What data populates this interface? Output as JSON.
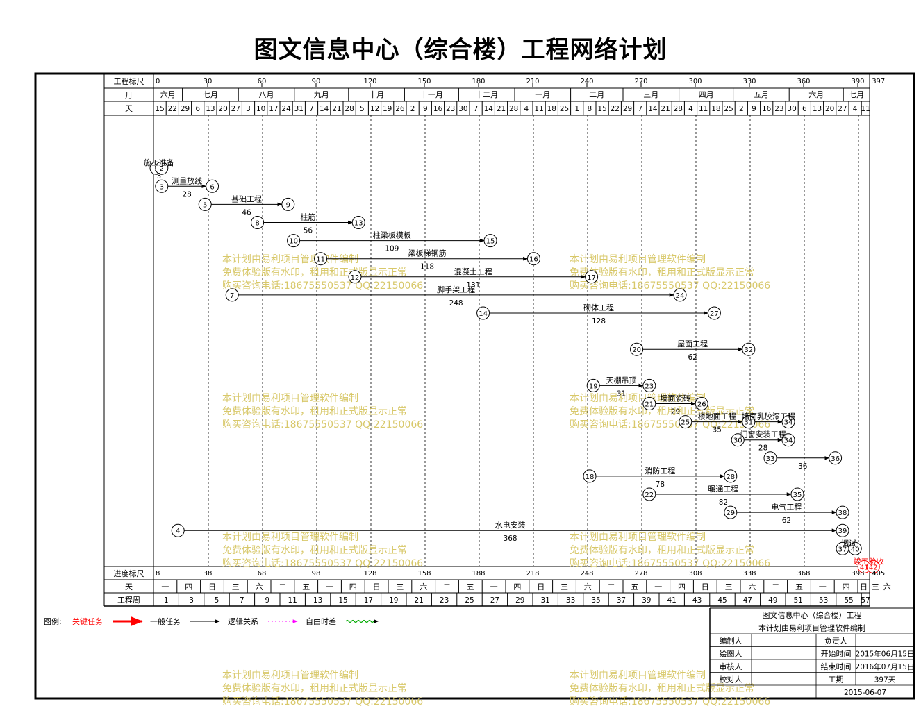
{
  "page_title": "图文信息中心（综合楼）工程网络计划",
  "chart_data": {
    "type": "network-plan",
    "title": "图文信息中心（综合楼）工程网络计划",
    "duration_days": 397,
    "timescale": {
      "label": "工程标尺",
      "ticks": [
        0,
        30,
        60,
        90,
        120,
        150,
        180,
        210,
        240,
        270,
        300,
        330,
        360,
        390,
        397
      ]
    },
    "month_row": {
      "label": "月",
      "months": [
        {
          "name": "六月",
          "start": -5,
          "end": 16
        },
        {
          "name": "七月",
          "start": 16,
          "end": 47
        },
        {
          "name": "八月",
          "start": 47,
          "end": 78
        },
        {
          "name": "九月",
          "start": 78,
          "end": 108
        },
        {
          "name": "十月",
          "start": 108,
          "end": 139
        },
        {
          "name": "十一月",
          "start": 139,
          "end": 169
        },
        {
          "name": "十二月",
          "start": 169,
          "end": 200
        },
        {
          "name": "一月",
          "start": 200,
          "end": 231
        },
        {
          "name": "二月",
          "start": 231,
          "end": 260
        },
        {
          "name": "三月",
          "start": 260,
          "end": 291
        },
        {
          "name": "四月",
          "start": 291,
          "end": 321
        },
        {
          "name": "五月",
          "start": 321,
          "end": 352
        },
        {
          "name": "六月",
          "start": 352,
          "end": 382
        },
        {
          "name": "七月",
          "start": 382,
          "end": 397
        }
      ]
    },
    "day_row": {
      "label": "天",
      "days": [
        "15",
        "22",
        "29",
        "6",
        "13",
        "20",
        "27",
        "3",
        "10",
        "17",
        "24",
        "31",
        "7",
        "14",
        "21",
        "28",
        "5",
        "12",
        "19",
        "26",
        "2",
        "9",
        "16",
        "23",
        "30",
        "7",
        "14",
        "21",
        "28",
        "4",
        "11",
        "18",
        "25",
        "1",
        "8",
        "15",
        "22",
        "29",
        "7",
        "14",
        "21",
        "28",
        "4",
        "11",
        "18",
        "25",
        "2",
        "9",
        "16",
        "23",
        "30",
        "6",
        "13",
        "20",
        "27",
        "4",
        "11"
      ]
    },
    "progress_scale": {
      "label": "进度标尺",
      "ticks": [
        8,
        38,
        68,
        98,
        128,
        158,
        188,
        218,
        248,
        278,
        308,
        338,
        368,
        398,
        405
      ]
    },
    "weekday_row": {
      "label": "天",
      "weekdays": [
        "一",
        "四",
        "日",
        "三",
        "六",
        "二",
        "五",
        "一",
        "四",
        "日",
        "三",
        "六",
        "二",
        "五",
        "一",
        "四",
        "日",
        "三",
        "六",
        "二",
        "五",
        "一",
        "四",
        "日",
        "三",
        "六",
        "二",
        "五",
        "一",
        "四",
        "日",
        "三",
        "六"
      ]
    },
    "week_row": {
      "label": "工程周",
      "weeks": [
        "1",
        "3",
        "5",
        "7",
        "9",
        "11",
        "13",
        "15",
        "17",
        "19",
        "21",
        "23",
        "25",
        "27",
        "29",
        "31",
        "33",
        "35",
        "37",
        "39",
        "41",
        "43",
        "45",
        "47",
        "49",
        "51",
        "53",
        "55",
        "57"
      ]
    },
    "tasks": [
      {
        "name": "施工准备",
        "duration": "3",
        "from": "1",
        "to": "2",
        "start": 0,
        "end": 3,
        "row": 2,
        "critical": false
      },
      {
        "name": "测量放线",
        "duration": "28",
        "from": "3",
        "to": "6",
        "start": 3,
        "end": 31,
        "row": 3,
        "critical": false
      },
      {
        "name": "基础工程",
        "duration": "46",
        "from": "5",
        "to": "9",
        "start": 27,
        "end": 73,
        "row": 4,
        "critical": false
      },
      {
        "name": "柱筋",
        "duration": "56",
        "from": "8",
        "to": "13",
        "start": 56,
        "end": 112,
        "row": 5,
        "critical": false
      },
      {
        "name": "柱梁板模板",
        "duration": "109",
        "from": "10",
        "to": "15",
        "start": 76,
        "end": 185,
        "row": 6,
        "critical": false
      },
      {
        "name": "梁板梯钢筋",
        "duration": "118",
        "from": "11",
        "to": "16",
        "start": 91,
        "end": 209,
        "row": 7,
        "critical": false
      },
      {
        "name": "混凝土工程",
        "duration": "131",
        "from": "12",
        "to": "17",
        "start": 110,
        "end": 241,
        "row": 8,
        "critical": false
      },
      {
        "name": "脚手架工程",
        "duration": "248",
        "from": "7",
        "to": "24",
        "start": 42,
        "end": 290,
        "row": 9,
        "critical": false
      },
      {
        "name": "砌体工程",
        "duration": "128",
        "from": "14",
        "to": "27",
        "start": 181,
        "end": 309,
        "row": 10,
        "critical": false
      },
      {
        "name": "屋面工程",
        "duration": "62",
        "from": "20",
        "to": "32",
        "start": 266,
        "end": 328,
        "row": 12,
        "critical": false
      },
      {
        "name": "天棚吊顶",
        "duration": "31",
        "from": "19",
        "to": "23",
        "start": 242,
        "end": 273,
        "row": 14,
        "critical": false
      },
      {
        "name": "墙面瓷砖",
        "duration": "29",
        "from": "21",
        "to": "26",
        "start": 273,
        "end": 302,
        "row": 15,
        "critical": false
      },
      {
        "name": "楼地面工程",
        "duration": "35",
        "from": "25",
        "to": "31",
        "start": 293,
        "end": 328,
        "row": 16,
        "critical": false
      },
      {
        "name": "墙面乳胶漆工程",
        "duration": "",
        "from": "31",
        "to": "34",
        "start": 328,
        "end": 350,
        "row": 16,
        "critical": false
      },
      {
        "name": "门窗安装工程",
        "duration": "28",
        "from": "30",
        "to": "34",
        "start": 322,
        "end": 350,
        "row": 17,
        "critical": false
      },
      {
        "name": "",
        "duration": "36",
        "from": "33",
        "to": "36",
        "start": 340,
        "end": 376,
        "row": 18,
        "critical": false
      },
      {
        "name": "消防工程",
        "duration": "78",
        "from": "18",
        "to": "28",
        "start": 240,
        "end": 318,
        "row": 19,
        "critical": false
      },
      {
        "name": "暖通工程",
        "duration": "82",
        "from": "22",
        "to": "35",
        "start": 273,
        "end": 355,
        "row": 20,
        "critical": false
      },
      {
        "name": "电气工程",
        "duration": "62",
        "from": "29",
        "to": "38",
        "start": 318,
        "end": 380,
        "row": 21,
        "critical": false
      },
      {
        "name": "水电安装",
        "duration": "368",
        "from": "4",
        "to": "39",
        "start": 12,
        "end": 380,
        "row": 22,
        "critical": false
      },
      {
        "name": "调试",
        "duration": "",
        "from": "37",
        "to": "40",
        "start": 380,
        "end": 387,
        "row": 23,
        "critical": false
      },
      {
        "name": "竣工验收",
        "duration": "",
        "from": "41",
        "to": "42",
        "start": 392,
        "end": 397,
        "row": 24,
        "critical": true
      }
    ],
    "legend": {
      "label": "图例:",
      "items": [
        {
          "text": "关键任务",
          "color": "#ff0000",
          "style": "critical"
        },
        {
          "text": "一般任务",
          "color": "#000000",
          "style": "normal"
        },
        {
          "text": "逻辑关系",
          "color": "#ff00ff",
          "style": "logic"
        },
        {
          "text": "自由时差",
          "color": "#00aa00",
          "style": "float"
        }
      ]
    },
    "info_table": {
      "header1": "图文信息中心（综合楼）工程",
      "header2": "本计划由易利项目管理软件编制",
      "rows": [
        {
          "k1": "编制人",
          "v1": "",
          "k2": "负责人",
          "v2": ""
        },
        {
          "k1": "绘图人",
          "v1": "",
          "k2": "开始时间",
          "v2": "2015年06月15日"
        },
        {
          "k1": "审核人",
          "v1": "",
          "k2": "结束时间",
          "v2": "2016年07月15日"
        },
        {
          "k1": "校对人",
          "v1": "",
          "k2": "工期",
          "v2": "397天"
        }
      ],
      "date": "2015-06-07"
    },
    "watermark": {
      "line1": "本计划由易利项目管理软件编制",
      "line2": "免费体验版有水印，租用和正式版显示正常",
      "line3": "购买咨询电话:18675550537 QQ:22150066"
    },
    "colors": {
      "critical": "#ff0000",
      "normal": "#000000",
      "logic": "#ff00ff",
      "float": "#00aa00",
      "watermark": "#d4c25a"
    }
  }
}
